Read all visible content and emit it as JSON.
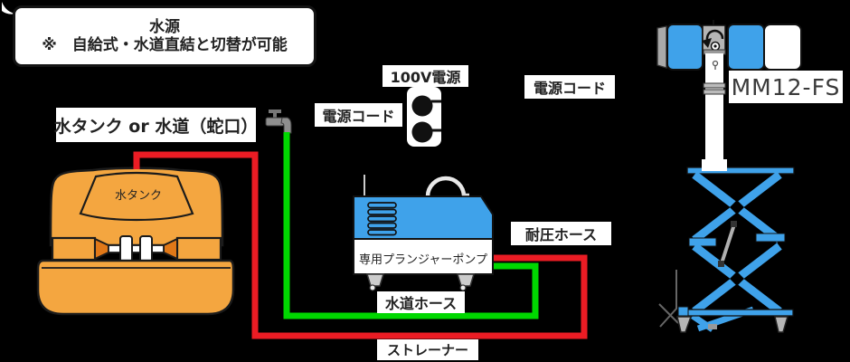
{
  "source_box": {
    "title": "水源",
    "note": "※　自給式・水道直結と切替が可能"
  },
  "labels": {
    "tank_or_tap": "水タンク or 水道（蛇口）",
    "power_100v": "100V電源",
    "power_cord_left": "電源コード",
    "power_cord_right": "電源コード",
    "pressure_hose": "耐圧ホース",
    "water_hose": "水道ホース",
    "strainer": "ストレーナー",
    "pump": "専用プランジャーポンプ",
    "tank": "水タンク",
    "model": "MM12-FS"
  },
  "icons": {
    "faucet": "faucet-icon",
    "outlet": "power-outlet-icon",
    "rotation": "rotate-arrow-icon"
  },
  "colors": {
    "background": "#000000",
    "machine_blue": "#3FA2EA",
    "tank_orange": "#F4A640",
    "hose_red": "#EB1C24",
    "hose_green": "#00D800",
    "label_bg": "#FFFFFF",
    "label_text": "#222222"
  }
}
